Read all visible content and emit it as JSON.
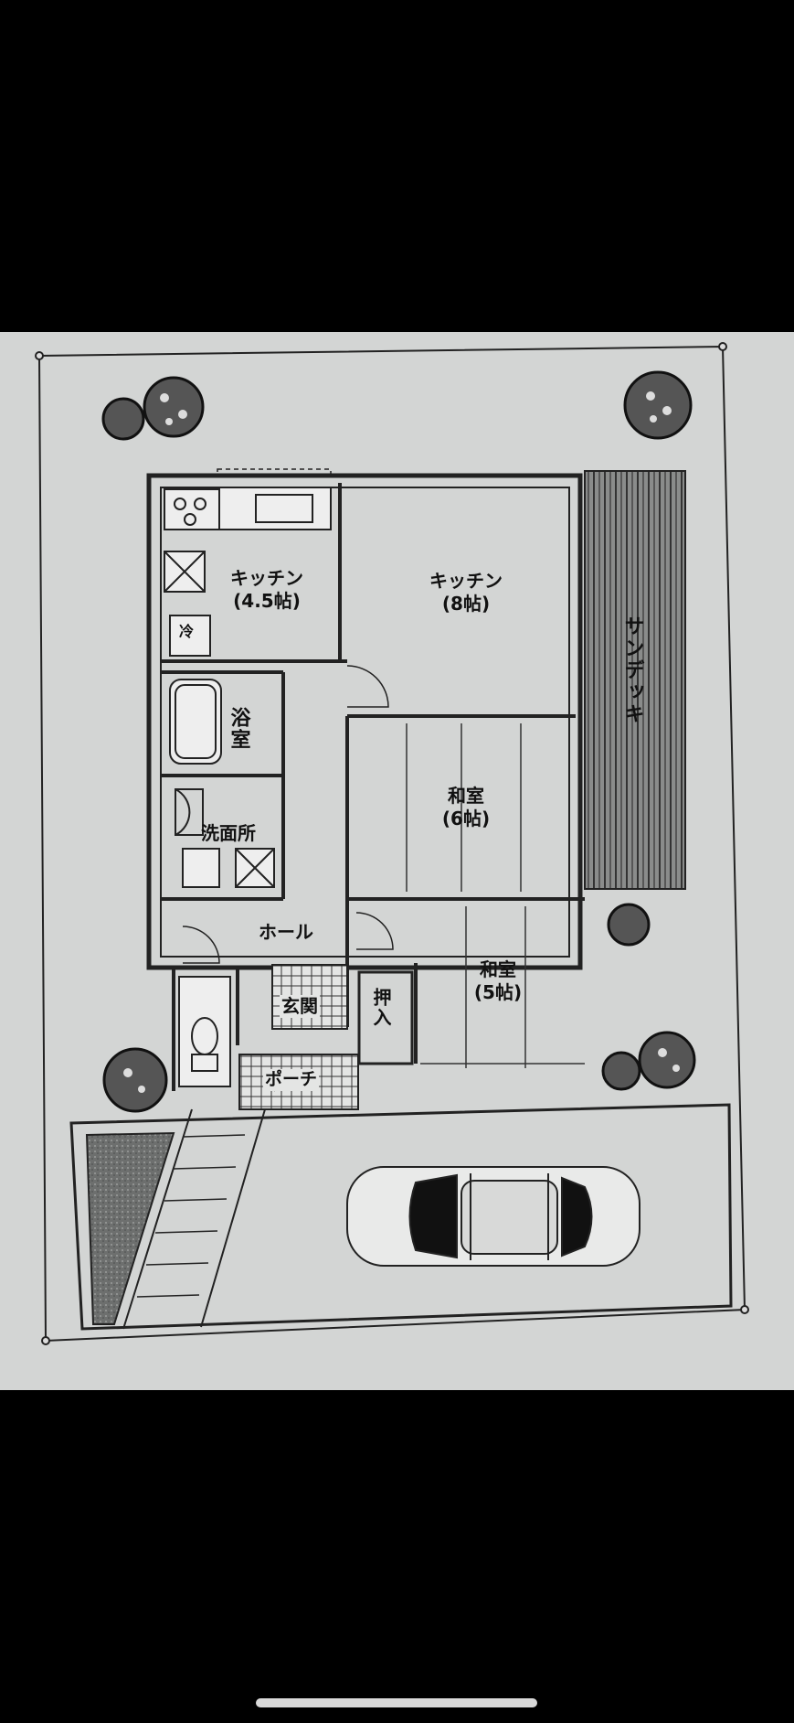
{
  "rooms": {
    "kitchen_small": {
      "name": "キッチン",
      "size": "(4.5帖)"
    },
    "kitchen_large": {
      "name": "キッチン",
      "size": "(8帖)"
    },
    "sundeck": {
      "name": "サンデッキ"
    },
    "bath": {
      "name": "浴室"
    },
    "washroom": {
      "name": "洗面所"
    },
    "washitsu_6": {
      "name": "和室",
      "size": "(6帖)"
    },
    "washitsu_5": {
      "name": "和室",
      "size": "(5帖)"
    },
    "hall": {
      "name": "ホール"
    },
    "genkan": {
      "name": "玄関"
    },
    "oshiire": {
      "name": "押入"
    },
    "porch": {
      "name": "ポーチ"
    },
    "fridge": {
      "name": "冷"
    }
  }
}
